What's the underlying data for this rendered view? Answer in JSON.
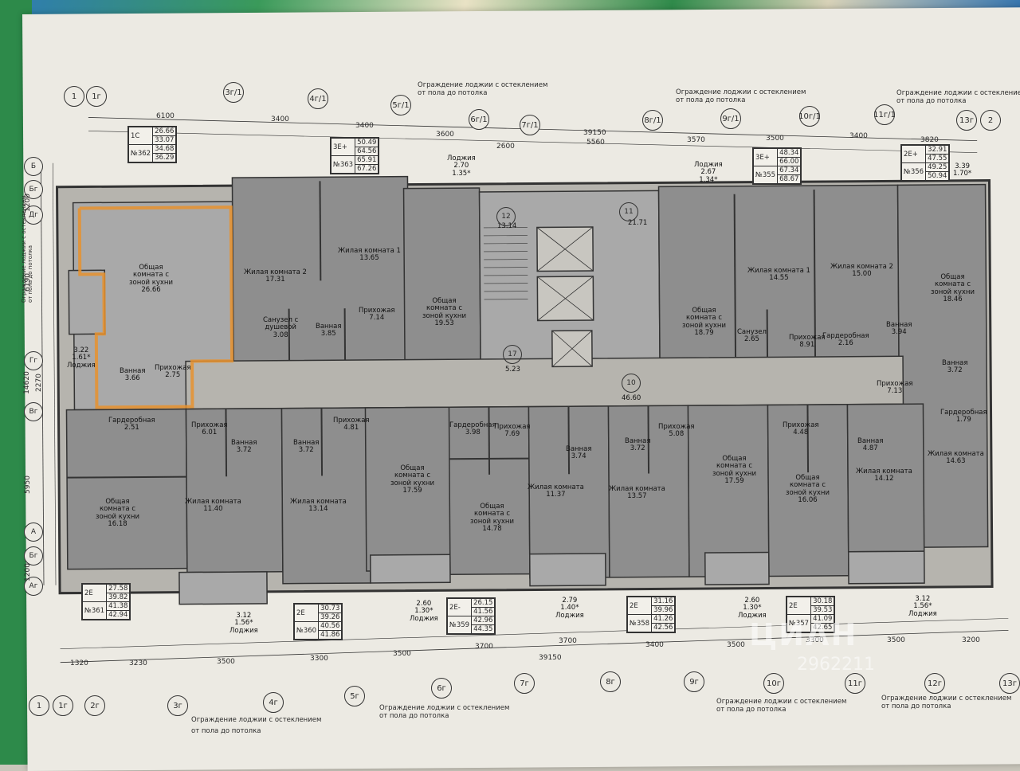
{
  "colors": {
    "room_fill": "#8e8e8e",
    "room_fill_light": "#a9a9a9",
    "corridor": "#b6b4ae",
    "wall": "#333333",
    "highlight": "#e8922e",
    "paper": "#eceae3"
  },
  "axes_top": [
    "1",
    "1г",
    "3г/1",
    "4г/1",
    "5г/1",
    "6г/1",
    "7г/1",
    "8г/1",
    "9г/1",
    "10г/1",
    "11г/1",
    "13г",
    "2"
  ],
  "axes_bottom": [
    "1",
    "1г",
    "2г",
    "3г",
    "4г",
    "5г",
    "6г",
    "7г",
    "8г",
    "9г",
    "10г",
    "11г",
    "12г",
    "13г"
  ],
  "axes_left": [
    "Б",
    "Бг",
    "Дг",
    "Гг",
    "Вг",
    "А",
    "Бг",
    "Аг"
  ],
  "dims_top": [
    "6100",
    "3400",
    "3400",
    "3600",
    "2600",
    "39150",
    "5560",
    "3570",
    "3500",
    "3400",
    "3820"
  ],
  "dims_bottom": [
    "1320",
    "3230",
    "3500",
    "3300",
    "3500",
    "3700",
    "39150",
    "3700",
    "3400",
    "3500",
    "3300",
    "3500",
    "3200"
  ],
  "dims_left": [
    "1200",
    "6190",
    "2270",
    "14620",
    "5950",
    "1200"
  ],
  "notes": {
    "loggia_top_1": "Ограждение лоджии с остеклением",
    "loggia_top_2": "от пола до потолка",
    "loggia_right_1": "Ограждение лоджии с остеклением",
    "loggia_right_2": "от пола до потолка",
    "loggia_far_1": "Ограждение лоджии с остеклением",
    "loggia_far_2": "от пола до потолка",
    "loggia_bot_1_a": "Ограждение лоджии с остеклением",
    "loggia_bot_1_b": "от пола до потолка",
    "loggia_bot_2_a": "Ограждение лоджии с остеклением",
    "loggia_bot_2_b": "от пола до потолка",
    "loggia_bot_3_a": "Ограждение лоджии с остеклением",
    "loggia_bot_3_b": "от пола до потолка",
    "loggia_bot_4_a": "Ограждение лоджии с остеклением",
    "loggia_bot_4_b": "от пола до потолка",
    "loggia_left_a": "Ограждение лоджии с остеклением",
    "loggia_left_b": "от пола до потолка"
  },
  "apartments": [
    {
      "type": "1С",
      "num": "№362",
      "areas": [
        "26.66",
        "33.07",
        "34.68",
        "36.29"
      ]
    },
    {
      "type": "3Е+",
      "num": "№363",
      "areas": [
        "50.49",
        "64.56",
        "65.91",
        "67.26"
      ]
    },
    {
      "type": "3Е+",
      "num": "№355",
      "areas": [
        "48.34",
        "66.00",
        "67.34",
        "68.67"
      ]
    },
    {
      "type": "2Е+",
      "num": "№356",
      "areas": [
        "32.91",
        "47.55",
        "49.25",
        "50.94"
      ]
    },
    {
      "type": "2Е",
      "num": "№361",
      "areas": [
        "27.58",
        "39.82",
        "41.38",
        "42.94"
      ]
    },
    {
      "type": "2Е",
      "num": "№360",
      "areas": [
        "30.73",
        "39.26",
        "40.56",
        "41.86"
      ]
    },
    {
      "type": "2Е-",
      "num": "№359",
      "areas": [
        "26.15",
        "41.56",
        "42.96",
        "44.35"
      ]
    },
    {
      "type": "2Е",
      "num": "№358",
      "areas": [
        "31.16",
        "39.96",
        "41.26",
        "42.56"
      ]
    },
    {
      "type": "2Е",
      "num": "№357",
      "areas": [
        "30.18",
        "39.53",
        "41.09",
        "42.65"
      ]
    }
  ],
  "loggias": [
    {
      "label": "Лоджия",
      "a": "2.70",
      "b": "1.35*"
    },
    {
      "label": "Лоджия",
      "a": "2.67",
      "b": "1.34*"
    },
    {
      "label": "Лоджия",
      "a": "3.39",
      "b": "1.70*"
    },
    {
      "label": "Лоджия",
      "a": "3.22",
      "b": "1.61*"
    },
    {
      "label": "Лоджия",
      "a": "3.12",
      "b": "1.56*"
    },
    {
      "label": "Лоджия",
      "a": "2.60",
      "b": "1.30*"
    },
    {
      "label": "Лоджия",
      "a": "2.79",
      "b": "1.40*"
    },
    {
      "label": "Лоджия",
      "a": "2.60",
      "b": "1.30*"
    },
    {
      "label": "Лоджия",
      "a": "3.12",
      "b": "1.56*"
    }
  ],
  "rooms": [
    {
      "name": "Общая\nкомната с\nзоной кухни",
      "area": "26.66"
    },
    {
      "name": "Жилая комната 2",
      "area": "17.31"
    },
    {
      "name": "Жилая комната 1",
      "area": "13.65"
    },
    {
      "name": "Санузел с\nдушевой",
      "area": "3.08"
    },
    {
      "name": "Ванная",
      "area": "3.85"
    },
    {
      "name": "Прихожая",
      "area": "7.14"
    },
    {
      "name": "Общая\nкомната с\nзоной кухни",
      "area": "19.53"
    },
    {
      "name": "Ванная",
      "area": "3.66"
    },
    {
      "name": "Прихожая",
      "area": "2.75"
    },
    {
      "name": "",
      "area": "13.14"
    },
    {
      "name": "",
      "area": "21.71"
    },
    {
      "name": "",
      "area": "5.23"
    },
    {
      "name": "",
      "area": "46.60"
    },
    {
      "name": "Общая\nкомната с\nзоной кухни",
      "area": "18.79"
    },
    {
      "name": "Жилая комната 1",
      "area": "14.55"
    },
    {
      "name": "Жилая комната 2",
      "area": "15.00"
    },
    {
      "name": "Санузел",
      "area": "2.65"
    },
    {
      "name": "Прихожая",
      "area": "8.91"
    },
    {
      "name": "Гардеробная",
      "area": "2.16"
    },
    {
      "name": "Ванная",
      "area": "3.94"
    },
    {
      "name": "Общая\nкомната с\nзоной кухни",
      "area": "18.46"
    },
    {
      "name": "Ванная",
      "area": "3.72"
    },
    {
      "name": "Прихожая",
      "area": "7.13"
    },
    {
      "name": "Гардеробная",
      "area": "1.79"
    },
    {
      "name": "Жилая комната",
      "area": "14.63"
    },
    {
      "name": "Гардеробная",
      "area": "2.51"
    },
    {
      "name": "Прихожая",
      "area": "6.01"
    },
    {
      "name": "Ванная",
      "area": "3.72"
    },
    {
      "name": "Ванная",
      "area": "3.72"
    },
    {
      "name": "Прихожая",
      "area": "4.81"
    },
    {
      "name": "Гардеробная",
      "area": "3.98"
    },
    {
      "name": "Прихожая",
      "area": "7.69"
    },
    {
      "name": "Ванная",
      "area": "3.74"
    },
    {
      "name": "Ванная",
      "area": "3.72"
    },
    {
      "name": "Прихожая",
      "area": "5.08"
    },
    {
      "name": "Прихожая",
      "area": "4.48"
    },
    {
      "name": "Ванная",
      "area": "4.87"
    },
    {
      "name": "Общая\nкомната с\nзоной кухни",
      "area": "16.18"
    },
    {
      "name": "Жилая комната",
      "area": "11.40"
    },
    {
      "name": "Жилая комната",
      "area": "13.14"
    },
    {
      "name": "Общая\nкомната с\nзоной кухни",
      "area": "17.59"
    },
    {
      "name": "Общая\nкомната с\nзоной кухни",
      "area": "14.78"
    },
    {
      "name": "Жилая комната",
      "area": "11.37"
    },
    {
      "name": "Жилая комната",
      "area": "13.57"
    },
    {
      "name": "Общая\nкомната с\nзоной кухни",
      "area": "17.59"
    },
    {
      "name": "Общая\nкомната с\nзоной кухни",
      "area": "16.06"
    },
    {
      "name": "Жилая комната",
      "area": "14.12"
    }
  ],
  "stair_labels": {
    "n12": "12",
    "n11": "11",
    "n17": "17",
    "n10": "10"
  },
  "watermark": {
    "brand": "ЦИАН",
    "code": "2962211"
  }
}
